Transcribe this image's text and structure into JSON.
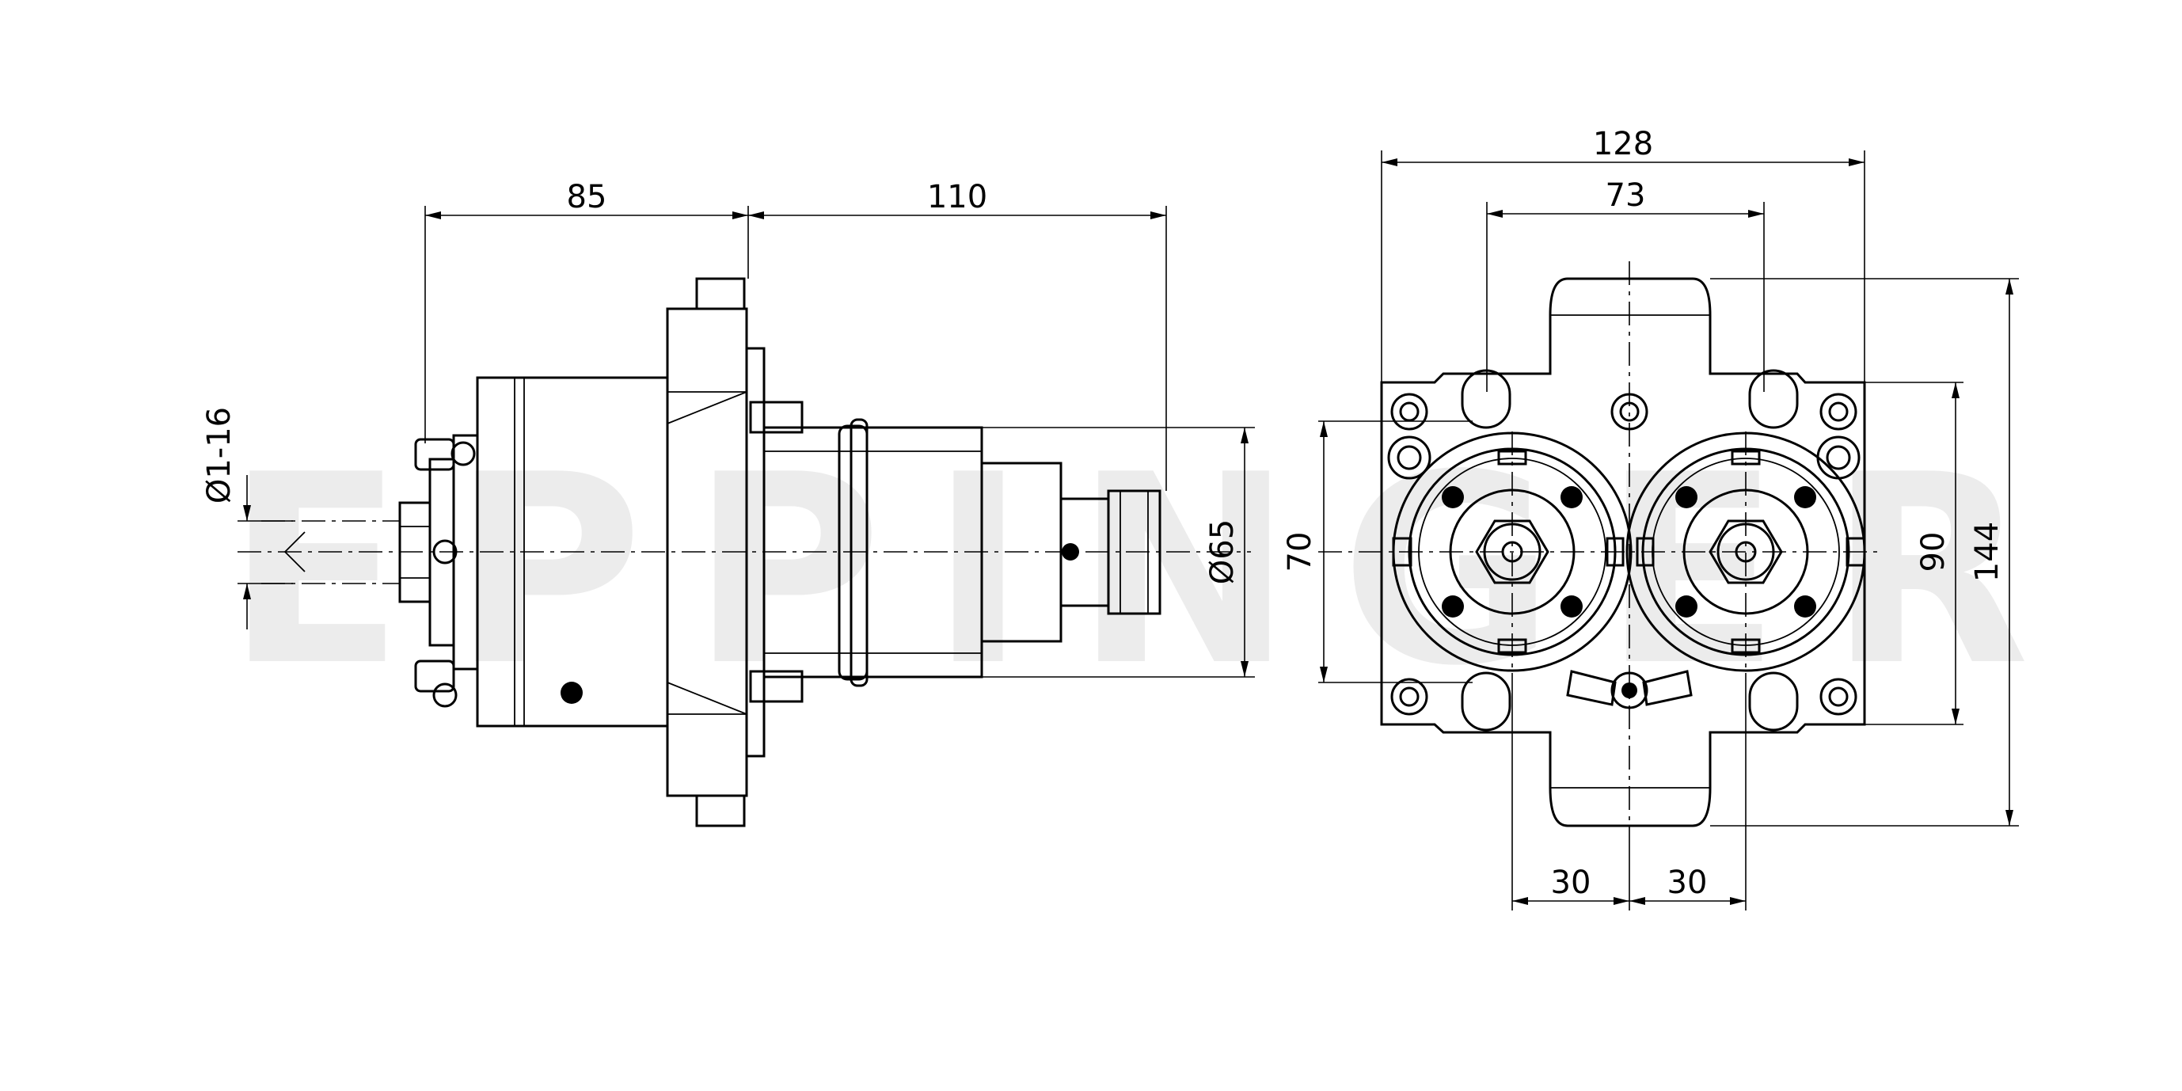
{
  "watermark": "EPPINGER",
  "side_view": {
    "dims": {
      "len_front": "85",
      "len_back": "110",
      "dia_collet": "Ø1-16",
      "dia_shank": "Ø65"
    }
  },
  "front_view": {
    "dims": {
      "width_total": "128",
      "spindle_spacing": "73",
      "height_inner": "70",
      "height_bolts": "90",
      "height_total": "144",
      "offset_left": "30",
      "offset_right": "30"
    }
  }
}
